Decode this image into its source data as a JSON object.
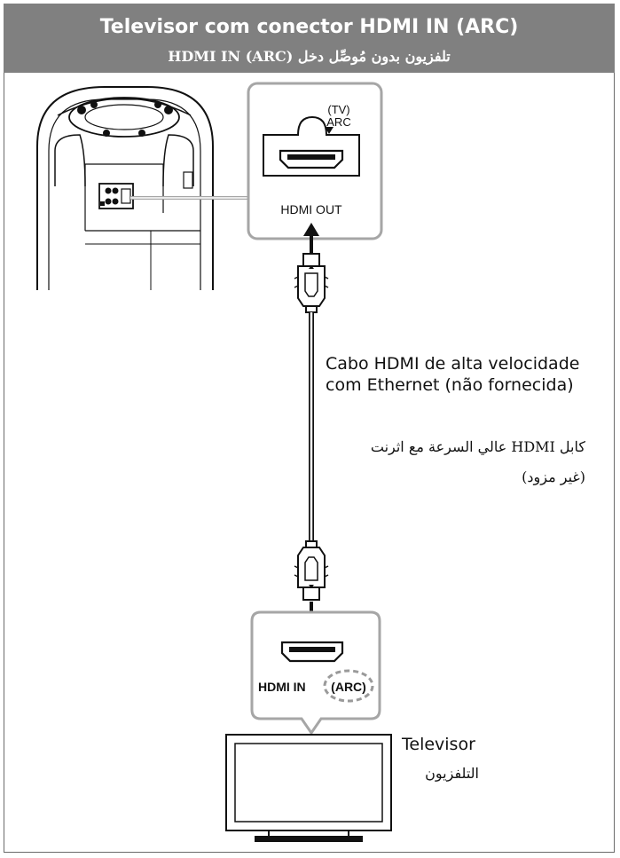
{
  "header": {
    "title": "Televisor com conector HDMI IN (ARC)",
    "subtitle": "تلفزيون بدون مُوصِّل دخل (HDMI IN (ARC"
  },
  "speaker_port": {
    "tv_label": "(TV)",
    "arc_label": "ARC",
    "port_label": "HDMI OUT"
  },
  "cable": {
    "label_pt": "Cabo HDMI de alta velocidade com Ethernet (não fornecida)",
    "label_ar": "كابل HDMI عالي السرعة مع اثرنت (غير مزود)"
  },
  "tv_port": {
    "hdmi_in_label": "HDMI IN",
    "arc_label": "(ARC)"
  },
  "tv": {
    "label_pt": "Televisor",
    "label_ar": "التلفزيون"
  },
  "colors": {
    "header_bg": "#808080",
    "callout_border": "#a6a6a6",
    "outline": "#111111",
    "highlight_dash": "#9a9a9a"
  }
}
